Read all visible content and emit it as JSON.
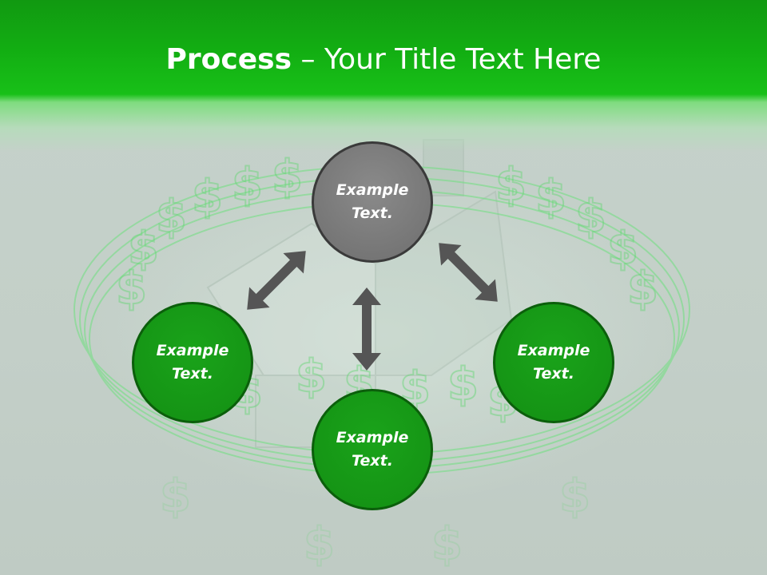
{
  "slide": {
    "title_strong": "Process",
    "title_rest": " – Your Title Text Here"
  },
  "nodes": {
    "top": {
      "line1": "Example",
      "line2": "Text."
    },
    "left": {
      "line1": "Example",
      "line2": "Text."
    },
    "right": {
      "line1": "Example",
      "line2": "Text."
    },
    "bottom": {
      "line1": "Example",
      "line2": "Text."
    }
  },
  "colors": {
    "header_green": "#12ad12",
    "node_green": "#138f13",
    "node_gray": "#757575",
    "arrow_gray": "#555555"
  },
  "icons": {
    "arrow": "double-headed-arrow-icon",
    "background": "dollar-ring-house-icon"
  }
}
